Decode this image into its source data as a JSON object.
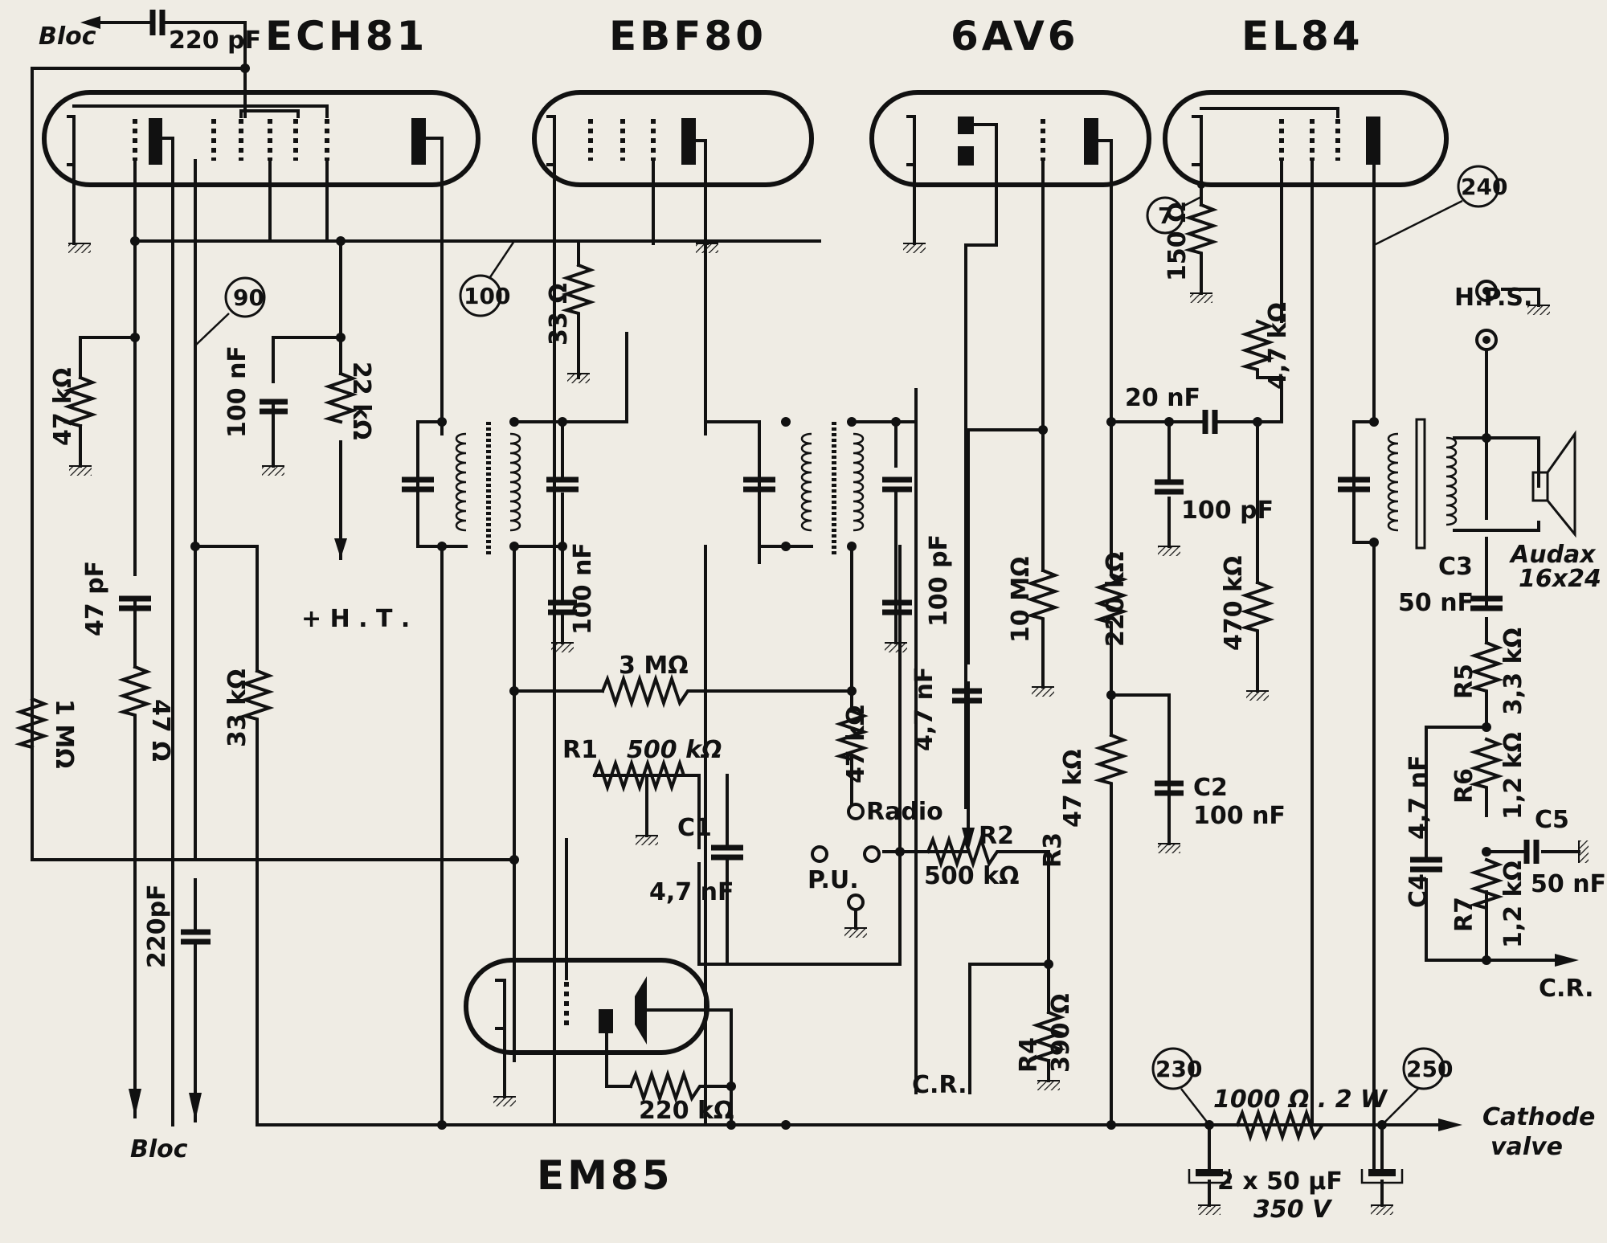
{
  "diagram": {
    "type": "vacuum tube radio receiver schematic",
    "tubes": [
      {
        "id": "ech81",
        "label": "ECH81"
      },
      {
        "id": "ebf80",
        "label": "EBF80"
      },
      {
        "id": "6av6",
        "label": "6AV6"
      },
      {
        "id": "el84",
        "label": "EL84"
      },
      {
        "id": "em85",
        "label": "EM85"
      }
    ],
    "test_points": [
      "90",
      "100",
      "7",
      "240",
      "230",
      "250"
    ],
    "components": {
      "c_bloc_top": "220 pF",
      "r_47k_osc": "47 kΩ",
      "c_47pf": "47 pF",
      "r_47ohm": "47 Ω",
      "r_1meg": "1 MΩ",
      "c_220pf_bot": "220pF",
      "r_33k": "33 kΩ",
      "c_100nf_ech": "100 nF",
      "r_22k": "22 kΩ",
      "r_33ohm": "33 Ω",
      "c_100nf_if": "100 nF",
      "r_3meg": "3 MΩ",
      "r1_label": "R1",
      "r1_value": "500 kΩ",
      "c1_label": "C1",
      "c1_value": "4,7 nF",
      "r_47k_det": "47 kΩ",
      "c_100pf_det": "100 pF",
      "c_4n7_grid": "4,7 nF",
      "r_10meg": "10 MΩ",
      "r2_label": "R2",
      "r2_value": "500 kΩ",
      "r4_label": "R4",
      "r4_value": "390 Ω",
      "r_220k_plate": "220 kΩ",
      "r3_label": "R3",
      "r3_value": "47 kΩ",
      "c2_label": "C2",
      "c2_value": "100 nF",
      "c_20nf": "20 nF",
      "c_100pf_el": "100 pF",
      "r_150ohm": "150 Ω",
      "r_4k7": "4,7 kΩ",
      "r_470k": "470 kΩ",
      "r_220k_em": "220 kΩ",
      "r_1000_2w": "1000 Ω . 2 W",
      "c_filter": "2 x 50 µF",
      "c_filter_v": "350 V",
      "c3_label": "C3",
      "c3_value": "50 nF",
      "r5_label": "R5",
      "r5_value": "3,3 kΩ",
      "r6_label": "R6",
      "r6_value": "1,2 kΩ",
      "r7_label": "R7",
      "r7_value": "1,2 kΩ",
      "c4_label": "C4",
      "c4_value": "4,7 nF",
      "c5_label": "C5",
      "c5_value": "50 nF"
    },
    "terminals": {
      "bloc_top": "Bloc",
      "bloc_bottom": "Bloc",
      "ht": "+ H . T .",
      "radio": "Radio",
      "pu": "P.U.",
      "cr_left": "C.R.",
      "cr_right": "C.R.",
      "hps": "H.P.S.",
      "cathode_1": "Cathode",
      "cathode_2": "valve"
    },
    "speaker": {
      "brand": "Audax",
      "size": "16x24"
    }
  }
}
